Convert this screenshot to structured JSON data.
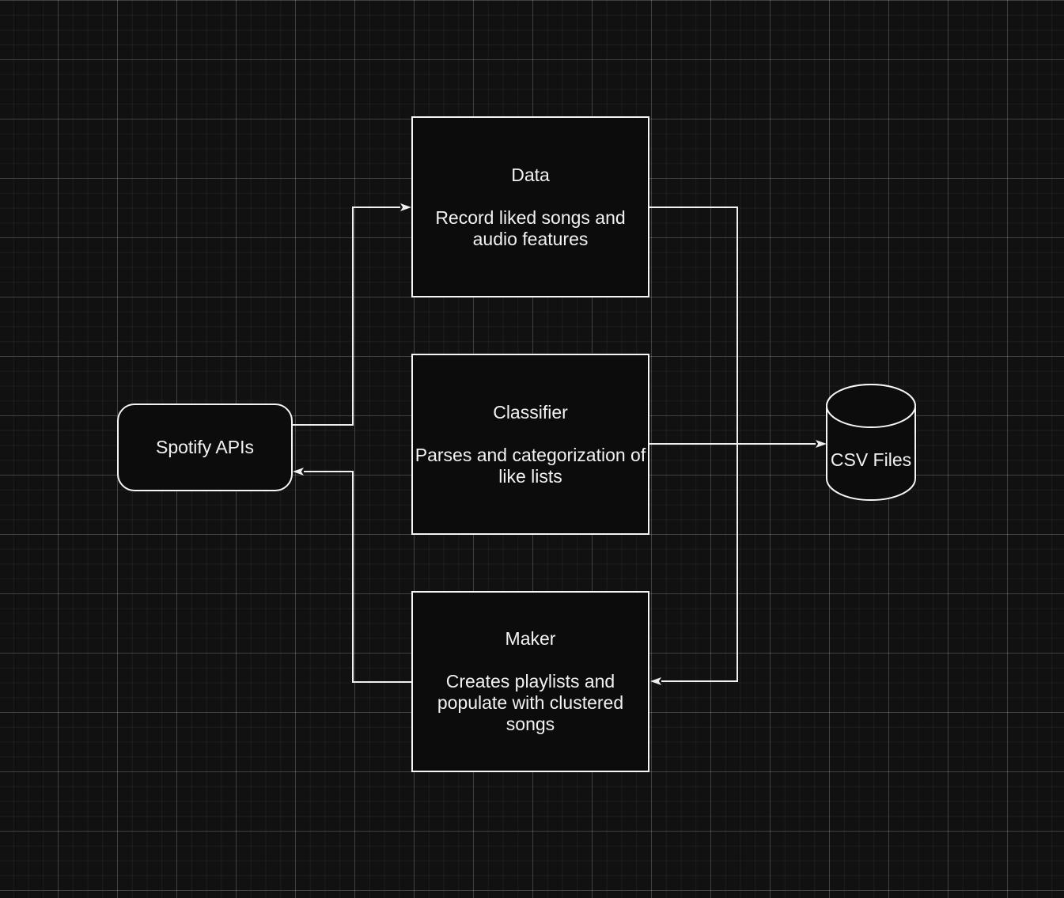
{
  "diagram": {
    "type": "flowchart",
    "theme": "dark-grid-canvas"
  },
  "colors": {
    "canvas_background": "#111111",
    "grid_major_line": "#3a3a3a",
    "grid_minor_line": "#1d1d1d",
    "node_fill": "#0c0c0c",
    "node_stroke": "#f5f5f5",
    "edge_stroke": "#f0f0f0",
    "text": "#f2f2f2"
  },
  "nodes": {
    "spotify": {
      "label": "Spotify APIs",
      "shape": "rounded-rectangle"
    },
    "data": {
      "title": "Data",
      "description": "Record liked songs and\naudio features",
      "shape": "rectangle"
    },
    "classifier": {
      "title": "Classifier",
      "description": "Parses and categorization of\nlike lists",
      "shape": "rectangle"
    },
    "maker": {
      "title": "Maker",
      "description": "Creates playlists and\npopulate with clustered\nsongs",
      "shape": "rectangle"
    },
    "csv": {
      "label": "CSV Files",
      "shape": "cylinder"
    }
  },
  "edges": [
    {
      "from": "spotify",
      "to": "data"
    },
    {
      "from": "data",
      "to": "maker"
    },
    {
      "from": "classifier",
      "to": "csv"
    },
    {
      "from": "maker",
      "to": "spotify"
    }
  ]
}
